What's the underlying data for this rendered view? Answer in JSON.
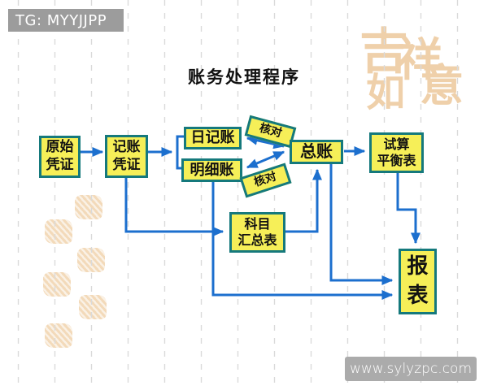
{
  "badge": {
    "label": "TG: MYYJJPP"
  },
  "title": "账务处理程序",
  "diagram": {
    "nodes": {
      "original_voucher": "原始\n凭证",
      "journal_voucher": "记账\n凭证",
      "journal": "日记账",
      "subsidiary_ledger": "明细账",
      "check_top": "核对",
      "check_bottom": "核对",
      "general_ledger": "总账",
      "trial_balance": "试算\n平衡表",
      "account_summary": "科目\n汇总表",
      "report": "报\n表"
    },
    "colors": {
      "node_fill": "#f6ef58",
      "node_border": "#15797c",
      "arrow": "#1c6fce",
      "node_text": "#121212"
    }
  },
  "watermarks": {
    "site_label": "www.sylyzpc.com",
    "seal_chars": [
      "吉",
      "祥",
      "如",
      "意"
    ]
  }
}
